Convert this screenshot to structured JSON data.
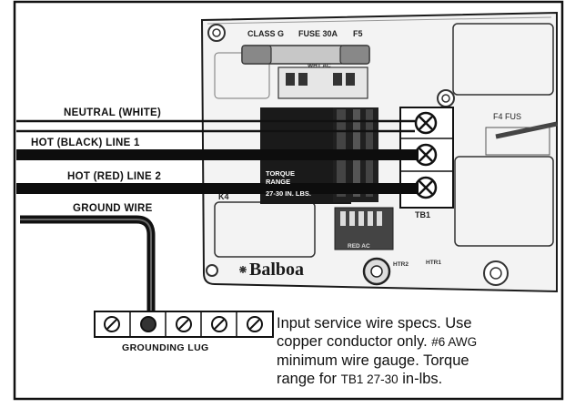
{
  "labels": {
    "class_g": "CLASS G",
    "fuse": "FUSE 30A",
    "f5": "F5",
    "wht_ac": "WHT AC",
    "neutral": "NEUTRAL (WHITE)",
    "hot_black": "HOT (BLACK) LINE 1",
    "hot_red": "HOT (RED) LINE 2",
    "ground": "GROUND WIRE",
    "torque_1": "TORQUE",
    "torque_2": "RANGE",
    "torque_3": "27-30 IN. LBS.",
    "k4": "K4",
    "tb1": "TB1",
    "f4": "F4 FUS",
    "red_ac": "RED AC",
    "brand": "Balboa",
    "htr2": "HTR2",
    "htr1": "HTR1",
    "grounding_lug": "GROUNDING LUG"
  },
  "caption": {
    "line1": "Input service wire specs. Use",
    "line2a": "copper conductor only. ",
    "line2b": "#6 AWG",
    "line3": "minimum wire gauge. Torque",
    "line4a": "range for ",
    "line4b": "TB1 27-30",
    "line4c": " in-lbs."
  },
  "colors": {
    "frame": "#111111",
    "wire": "#0d0d0d",
    "board": "#f2f2f2"
  }
}
